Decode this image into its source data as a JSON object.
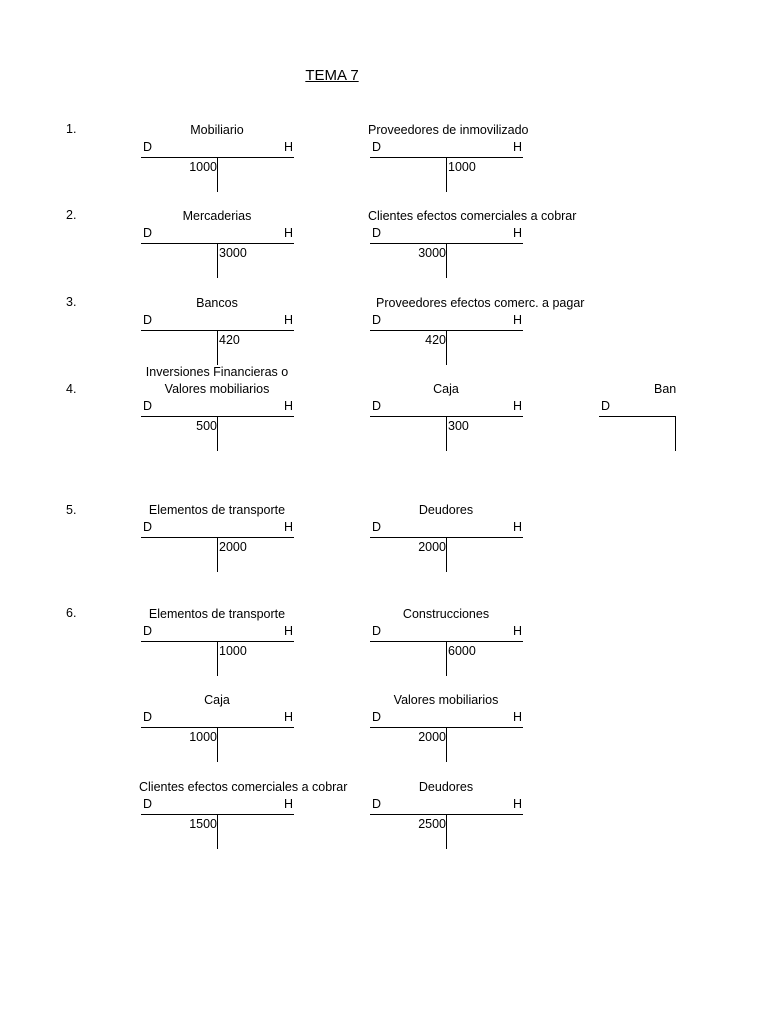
{
  "title": "TEMA 7",
  "debit_label": "D",
  "credit_label": "H",
  "numbers": [
    "1.",
    "2.",
    "3.",
    "4.",
    "5.",
    "6."
  ],
  "accounts": {
    "mobiliario": {
      "name": "Mobiliario",
      "debit": "1000",
      "credit": ""
    },
    "proveedores_inmovilizado": {
      "name": "Proveedores de inmovilizado",
      "debit": "",
      "credit": "1000"
    },
    "mercaderias": {
      "name": "Mercaderias",
      "debit": "",
      "credit": "3000"
    },
    "clientes_efectos_cobrar_1": {
      "name": "Clientes efectos comerciales a cobrar",
      "debit": "3000",
      "credit": ""
    },
    "bancos": {
      "name": "Bancos",
      "debit": "",
      "credit": "420"
    },
    "proveedores_efectos_pagar": {
      "name": "Proveedores efectos comerc. a pagar",
      "debit": "420",
      "credit": ""
    },
    "inversiones_financieras": {
      "name_line1": "Inversiones Financieras o",
      "name_line2": "Valores mobiliarios",
      "debit": "500",
      "credit": ""
    },
    "caja_1": {
      "name": "Caja",
      "debit": "",
      "credit": "300"
    },
    "ban": {
      "name": "Ban"
    },
    "elementos_transporte_1": {
      "name": "Elementos de transporte",
      "debit": "",
      "credit": "2000"
    },
    "deudores_1": {
      "name": "Deudores",
      "debit": "2000",
      "credit": ""
    },
    "elementos_transporte_2": {
      "name": "Elementos de transporte",
      "debit": "",
      "credit": "1000"
    },
    "construcciones": {
      "name": "Construcciones",
      "debit": "",
      "credit": "6000"
    },
    "caja_2": {
      "name": "Caja",
      "debit": "1000",
      "credit": ""
    },
    "valores_mobiliarios": {
      "name": "Valores mobiliarios",
      "debit": "2000",
      "credit": ""
    },
    "clientes_efectos_cobrar_2": {
      "name": "Clientes efectos comerciales a cobrar",
      "debit": "",
      "credit": ""
    },
    "clientes_efectos_cobrar_2_vals": {
      "debit": "1500",
      "credit": ""
    },
    "deudores_2": {
      "name": "Deudores",
      "debit": "2500",
      "credit": ""
    }
  }
}
